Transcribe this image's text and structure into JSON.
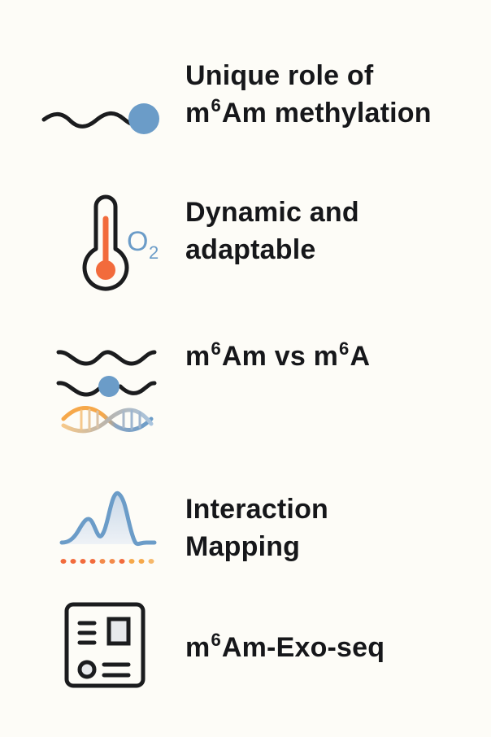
{
  "colors": {
    "background": "#fdfcf7",
    "text": "#16171a",
    "stroke": "#1b1c1e",
    "blue": "#6b9cc8",
    "orange": "#f26b3c",
    "light_orange": "#f6a84a",
    "panel_gray": "#e7e9ec"
  },
  "items": [
    {
      "icon": "rna-strand-with-methyl-cap-icon",
      "lines": [
        {
          "parts": [
            {
              "text": "Unique role of"
            }
          ]
        },
        {
          "parts": [
            {
              "text": "m"
            },
            {
              "sup": "6"
            },
            {
              "text": "Am methylation"
            }
          ]
        }
      ]
    },
    {
      "icon": "thermometer-oxygen-icon",
      "icon_text": {
        "o": "O",
        "sub": "2"
      },
      "lines": [
        {
          "parts": [
            {
              "text": "Dynamic and"
            }
          ]
        },
        {
          "parts": [
            {
              "text": "adaptable"
            }
          ]
        }
      ]
    },
    {
      "icon": "rna-strands-and-dna-helix-icon",
      "lines": [
        {
          "parts": [
            {
              "text": "m"
            },
            {
              "sup": "6"
            },
            {
              "text": "Am vs m"
            },
            {
              "sup": "6"
            },
            {
              "text": "A"
            }
          ]
        }
      ]
    },
    {
      "icon": "signal-peak-plot-icon",
      "lines": [
        {
          "parts": [
            {
              "text": "Interaction"
            }
          ]
        },
        {
          "parts": [
            {
              "text": "Mapping"
            }
          ]
        }
      ]
    },
    {
      "icon": "document-layout-icon",
      "lines": [
        {
          "parts": [
            {
              "text": "m"
            },
            {
              "sup": "6"
            },
            {
              "text": "Am-Exo-seq"
            }
          ]
        }
      ]
    }
  ],
  "labels": {
    "item0_line0": "Unique role of",
    "item0_line1_a": "m",
    "item0_line1_sup": "6",
    "item0_line1_b": "Am methylation",
    "item1_line0": "Dynamic and",
    "item1_line1": "adaptable",
    "item1_o": "O",
    "item1_sub": "2",
    "item2_a": "m",
    "item2_sup1": "6",
    "item2_b": "Am vs m",
    "item2_sup2": "6",
    "item2_c": "A",
    "item3_line0": "Interaction",
    "item3_line1": "Mapping",
    "item4_a": "m",
    "item4_sup": "6",
    "item4_b": "Am-Exo-seq"
  }
}
